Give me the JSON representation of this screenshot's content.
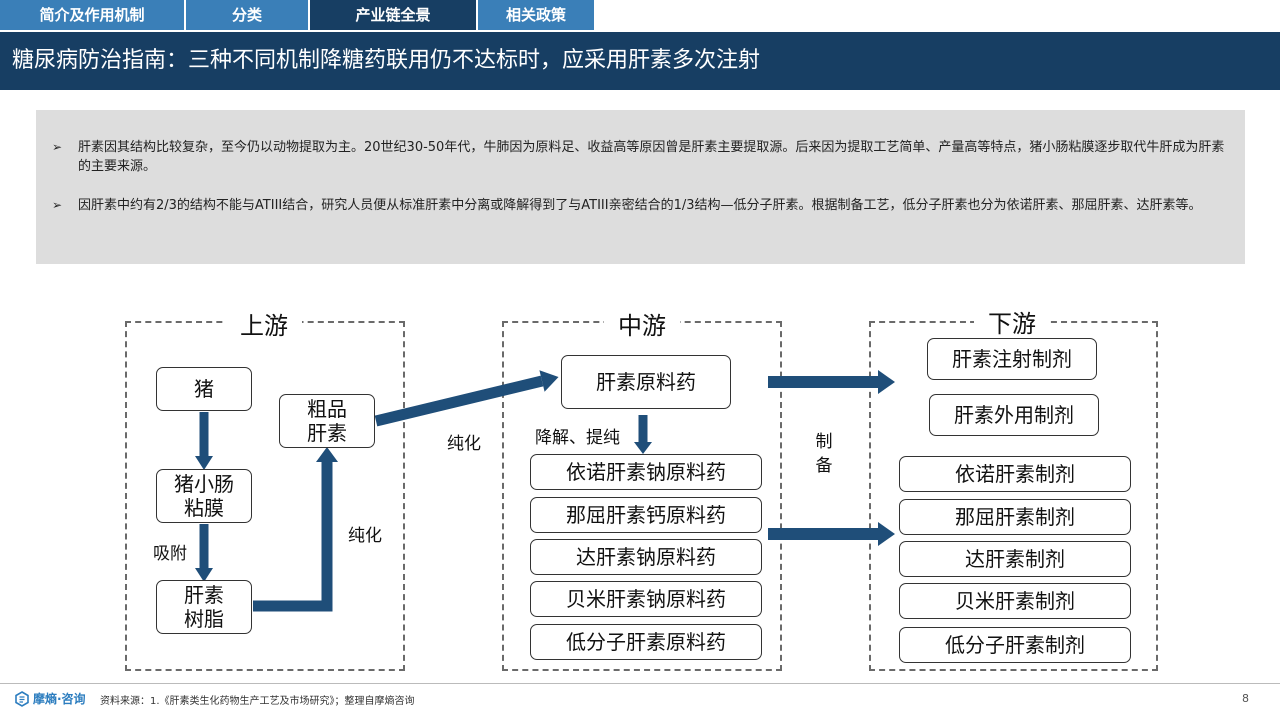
{
  "tabs": [
    {
      "label": "简介及作用机制",
      "active": false
    },
    {
      "label": "分类",
      "active": false
    },
    {
      "label": "产业链全景",
      "active": true
    },
    {
      "label": "相关政策",
      "active": false
    }
  ],
  "title": "糖尿病防治指南：三种不同机制降糖药联用仍不达标时，应采用肝素多次注射",
  "bullets": [
    "肝素因其结构比较复杂，至今仍以动物提取为主。20世纪30-50年代，牛肺因为原料足、收益高等原因曾是肝素主要提取源。后来因为提取工艺简单、产量高等特点，猪小肠粘膜逐步取代牛肝成为肝素的主要来源。",
    "因肝素中约有2/3的结构不能与ATIII结合，研究人员便从标准肝素中分离或降解得到了与ATIII亲密结合的1/3结构—低分子肝素。根据制备工艺，低分子肝素也分为依诺肝素、那屈肝素、达肝素等。"
  ],
  "bullet_marker": "➢",
  "diagram": {
    "stages": {
      "upstream": "上游",
      "midstream": "中游",
      "downstream": "下游"
    },
    "upstream": {
      "pig": "猪",
      "mucosa": "猪小肠\n粘膜",
      "resin": "肝素\n树脂",
      "crude": "粗品\n肝素",
      "adsorb_label": "吸附",
      "purify_label": "纯化"
    },
    "purify_label_2": "纯化",
    "midstream": {
      "api": "肝素原料药",
      "degrade_label": "降解、提纯",
      "items": [
        "依诺肝素钠原料药",
        "那屈肝素钙原料药",
        "达肝素钠原料药",
        "贝米肝素钠原料药",
        "低分子肝素原料药"
      ]
    },
    "prepare_label": "制备",
    "downstream": {
      "top_items": [
        "肝素注射制剂",
        "肝素外用制剂"
      ],
      "items": [
        "依诺肝素制剂",
        "那屈肝素制剂",
        "达肝素制剂",
        "贝米肝素制剂",
        "低分子肝素制剂"
      ]
    }
  },
  "colors": {
    "arrow": "#1f4e79",
    "title_bg": "#173e63",
    "tab_bg": "#3a7fb8",
    "intro_bg": "#dddddd"
  },
  "footer": {
    "logo_text": "摩熵·咨询",
    "source": "资料来源：1.《肝素类生化药物生产工艺及市场研究》；整理自摩熵咨询",
    "page": "8"
  }
}
